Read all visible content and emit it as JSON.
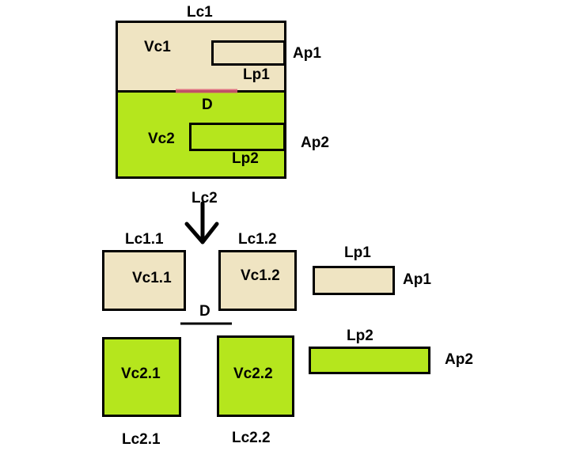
{
  "colors": {
    "tan": "#efe4c2",
    "green": "#b5e61d",
    "outline": "#000000",
    "divider_mark": "#e0607a"
  },
  "top": {
    "container_label": "Lc1",
    "upper_region_label": "Vc1",
    "aperture1_label": "Ap1",
    "port1_label": "Lp1",
    "divider_label": "D",
    "lower_region_label": "Vc2",
    "aperture2_label": "Ap2",
    "port2_label": "Lp2",
    "bottom_label": "Lc2"
  },
  "bottom": {
    "cell_11_top_label": "Lc1.1",
    "cell_11_inner": "Vc1.1",
    "cell_12_top_label": "Lc1.2",
    "cell_12_inner": "Vc1.2",
    "port1_label": "Lp1",
    "aperture1_label": "Ap1",
    "divider_label": "D",
    "cell_21_inner": "Vc2.1",
    "cell_22_inner": "Vc2.2",
    "port2_label": "Lp2",
    "aperture2_label": "Ap2",
    "cell_21_bottom_label": "Lc2.1",
    "cell_22_bottom_label": "Lc2.2"
  }
}
